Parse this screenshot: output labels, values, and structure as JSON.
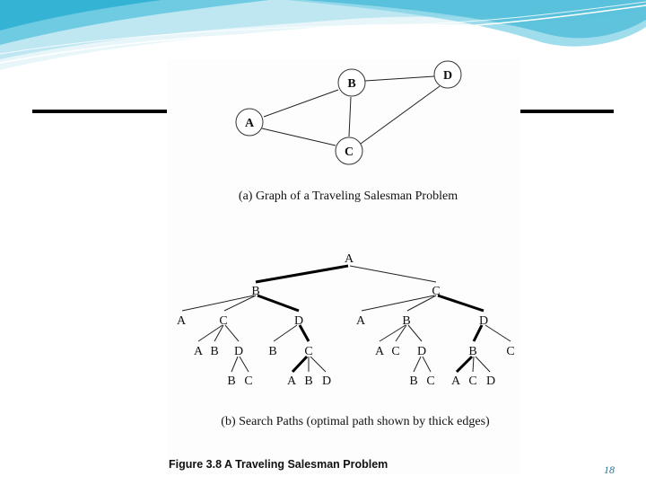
{
  "graph": {
    "nodes": [
      {
        "id": "A",
        "label": "A"
      },
      {
        "id": "B",
        "label": "B"
      },
      {
        "id": "C",
        "label": "C"
      },
      {
        "id": "D",
        "label": "D"
      }
    ],
    "edges": [
      [
        "A",
        "B"
      ],
      [
        "A",
        "C"
      ],
      [
        "B",
        "C"
      ],
      [
        "B",
        "D"
      ],
      [
        "C",
        "D"
      ]
    ],
    "caption": "(a) Graph of a Traveling Salesman Problem"
  },
  "tree": {
    "labels": {
      "root": "A",
      "l1_left": "B",
      "l1_right": "C",
      "l2_1": "A",
      "l2_2": "C",
      "l2_3": "D",
      "l2_4": "A",
      "l2_5": "B",
      "l2_6": "D",
      "l3_1": "A",
      "l3_2": "B",
      "l3_3": "D",
      "l3_4": "B",
      "l3_5": "C",
      "l3_6": "A",
      "l3_7": "C",
      "l3_8": "D",
      "l3_9": "B",
      "l3_10": "C",
      "l4_1": "B",
      "l4_2": "C",
      "l4_3": "A",
      "l4_4": "B",
      "l4_5": "D",
      "l4_6": "B",
      "l4_7": "C",
      "l4_8": "A",
      "l4_9": "C",
      "l4_10": "D"
    },
    "caption": "(b) Search Paths (optimal path shown by thick edges)"
  },
  "figure_caption": "Figure 3.8 A Traveling Salesman Problem",
  "page_number": "18",
  "colors": {
    "wave_dark": "#35b3d4",
    "wave_light": "#bfe7f2",
    "page_number": "#2a6f9a"
  }
}
